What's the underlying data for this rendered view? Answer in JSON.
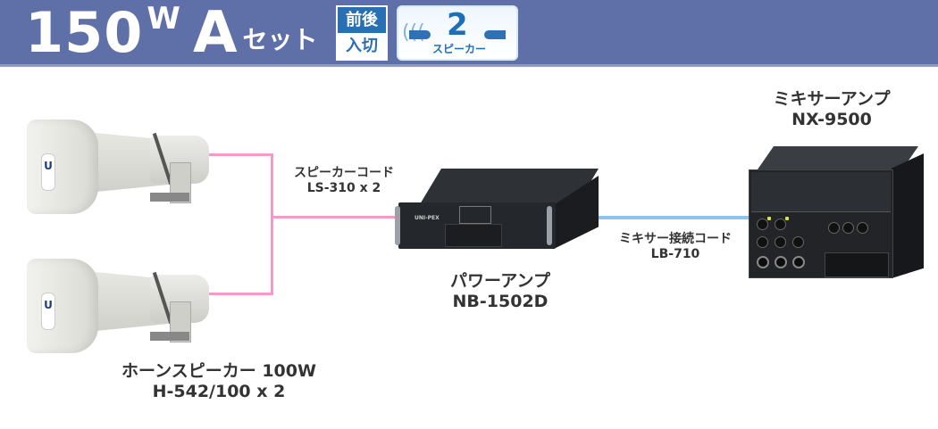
{
  "header": {
    "power_number": "150",
    "power_unit": "W",
    "set_letter": "A",
    "set_suffix": "セット",
    "badge_front_back": {
      "top": "前後",
      "bottom": "入切"
    },
    "badge_speakers": {
      "count": "2",
      "label": "スピーカー"
    },
    "colors": {
      "banner": "#5f6fa8",
      "badge_blue": "#2a6fb3"
    }
  },
  "diagram": {
    "speakers": {
      "name": "ホーンスピーカー 100W",
      "model": "H-542/100 x 2",
      "count": 2,
      "logo": "U"
    },
    "speaker_cable": {
      "name": "スピーカーコード",
      "model": "LS-310 x 2",
      "color": "#f39ac8"
    },
    "power_amp": {
      "name": "パワーアンプ",
      "model": "NB-1502D",
      "brand": "UNI-PEX"
    },
    "mixer_cable": {
      "name": "ミキサー接続コード",
      "model": "LB-710",
      "color": "#8ec4ef"
    },
    "mixer_amp": {
      "name": "ミキサーアンプ",
      "model": "NX-9500"
    }
  }
}
